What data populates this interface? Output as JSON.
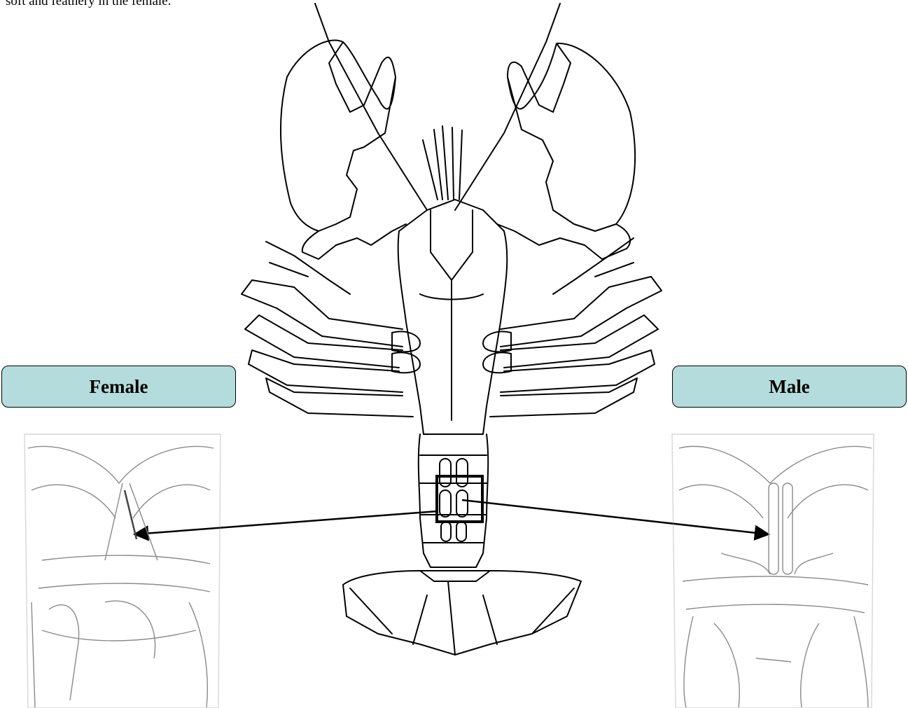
{
  "caption": "soft and feathery in the female.",
  "labels": {
    "female": "Female",
    "male": "Male"
  },
  "colors": {
    "label_fill": "#b5dcdc",
    "line": "#000000",
    "sketch": "#8a8a8a"
  },
  "icons": {
    "main": "lobster-ventral-view-illustration",
    "female_inset": "female-underside-sketch",
    "male_inset": "male-underside-sketch"
  }
}
